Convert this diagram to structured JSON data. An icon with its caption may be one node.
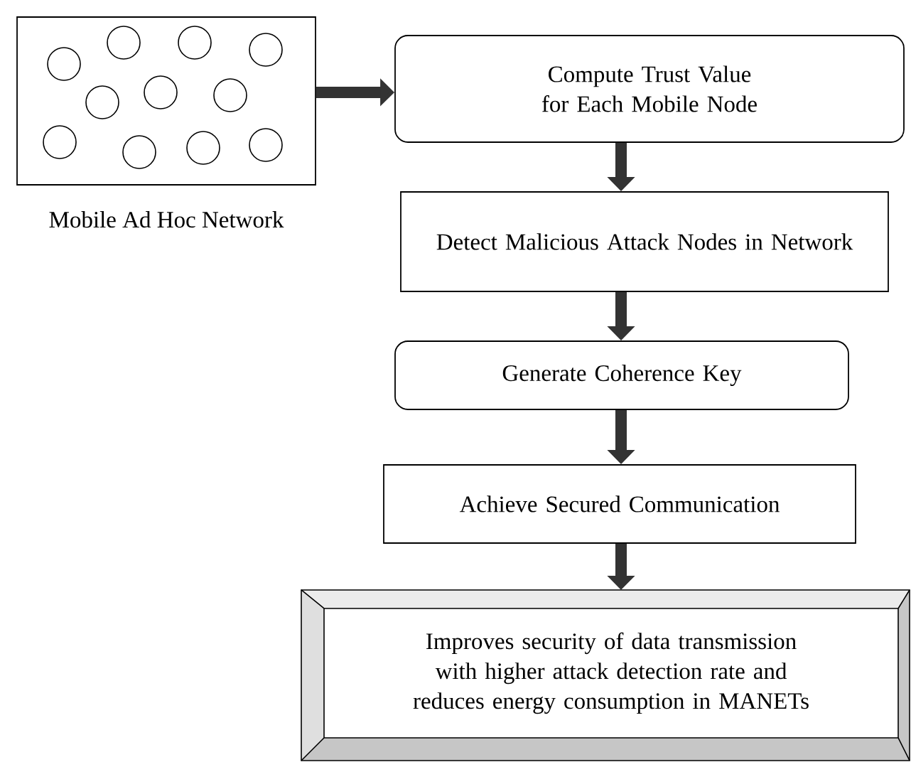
{
  "diagram": {
    "nodes": [
      {
        "text": [
          "Mobile Ad Hoc Network"
        ]
      },
      {
        "text": [],
        "shape": "circle",
        "in": 0
      },
      {
        "text": [],
        "shape": "circle",
        "in": 0
      },
      {
        "text": [],
        "shape": "circle",
        "in": 0
      },
      {
        "text": [],
        "shape": "circle",
        "in": 0
      },
      {
        "text": [],
        "shape": "circle",
        "in": 0
      },
      {
        "text": [],
        "shape": "circle",
        "in": 0
      },
      {
        "text": [],
        "shape": "circle",
        "in": 0
      },
      {
        "text": [],
        "shape": "circle",
        "in": 0
      },
      {
        "text": [],
        "shape": "circle",
        "in": 0
      },
      {
        "text": [],
        "shape": "circle",
        "in": 0
      },
      {
        "text": [],
        "shape": "circle",
        "in": 0
      },
      {
        "text": [
          "Compute Trust Value for Each Mobile Node"
        ]
      },
      {
        "text": [
          "Detect Malicious Attack Nodes in Network"
        ]
      },
      {
        "text": [
          "Generate Coherence Key"
        ]
      },
      {
        "text": [
          "Achieve Secured Communication"
        ]
      },
      {
        "text": [
          "Improves security of data transmission with higher attack detection rate and reduces energy consumption in MANETs"
        ]
      }
    ],
    "edges": [
      {
        "from": 0,
        "to": 12,
        "arrow": "to"
      },
      {
        "from": 12,
        "to": 13,
        "arrow": "to"
      },
      {
        "from": 13,
        "to": 14,
        "arrow": "to"
      },
      {
        "from": 14,
        "to": 15,
        "arrow": "to"
      },
      {
        "from": 15,
        "to": 16,
        "arrow": "to"
      }
    ]
  }
}
